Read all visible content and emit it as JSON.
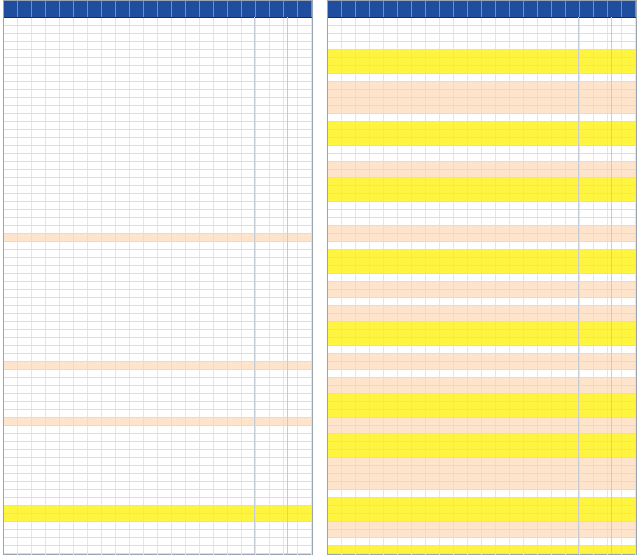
{
  "sheets": [
    {
      "id": "left",
      "columns": 22,
      "highlight_pattern": "mostly-plain-with-few-yellow-and-peach-rows",
      "table": {
        "headers": [],
        "rows": []
      }
    },
    {
      "id": "right",
      "columns": 22,
      "highlight_pattern": "many-yellow-and-peach-rows",
      "table": {
        "headers": [],
        "rows": []
      }
    }
  ],
  "colors": {
    "header_bg": "#1f4e9e",
    "highlight_yellow": "#fff000",
    "highlight_peach": "#ffd2aa",
    "grid_line": "#d9dee6"
  }
}
